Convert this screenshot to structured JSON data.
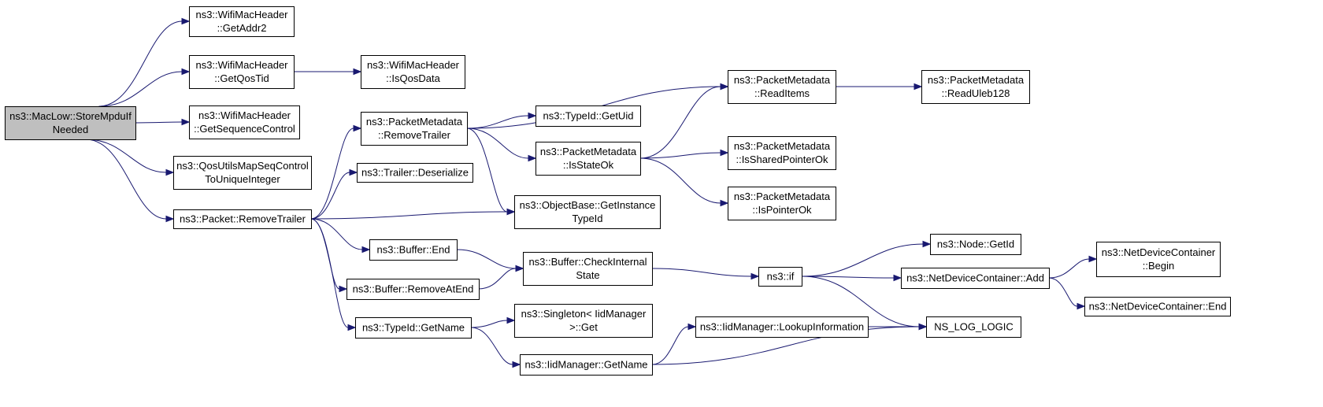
{
  "graph": {
    "edge_color": "#191970",
    "node_fill": "#ffffff",
    "root_fill": "#bfbfbf",
    "nodes": [
      {
        "id": "root",
        "lines": [
          "ns3::MacLow::StoreMpduIf",
          "Needed"
        ],
        "root": true
      },
      {
        "id": "getaddr2",
        "lines": [
          "ns3::WifiMacHeader",
          "::GetAddr2"
        ]
      },
      {
        "id": "getqostid",
        "lines": [
          "ns3::WifiMacHeader",
          "::GetQosTid"
        ]
      },
      {
        "id": "isqosdata",
        "lines": [
          "ns3::WifiMacHeader",
          "::IsQosData"
        ]
      },
      {
        "id": "getseqctrl",
        "lines": [
          "ns3::WifiMacHeader",
          "::GetSequenceControl"
        ]
      },
      {
        "id": "qosutils",
        "lines": [
          "ns3::QosUtilsMapSeqControl",
          "ToUniqueInteger"
        ]
      },
      {
        "id": "pkt_removetrailer",
        "lines": [
          "ns3::Packet::RemoveTrailer"
        ]
      },
      {
        "id": "pm_removetrailer",
        "lines": [
          "ns3::PacketMetadata",
          "::RemoveTrailer"
        ]
      },
      {
        "id": "trailer_deser",
        "lines": [
          "ns3::Trailer::Deserialize"
        ]
      },
      {
        "id": "typeid_getuid",
        "lines": [
          "ns3::TypeId::GetUid"
        ]
      },
      {
        "id": "pm_isstateok",
        "lines": [
          "ns3::PacketMetadata",
          "::IsStateOk"
        ]
      },
      {
        "id": "pm_readitems",
        "lines": [
          "ns3::PacketMetadata",
          "::ReadItems"
        ]
      },
      {
        "id": "pm_readuleb",
        "lines": [
          "ns3::PacketMetadata",
          "::ReadUleb128"
        ]
      },
      {
        "id": "pm_issharedptr",
        "lines": [
          "ns3::PacketMetadata",
          "::IsSharedPointerOk"
        ]
      },
      {
        "id": "pm_isptrok",
        "lines": [
          "ns3::PacketMetadata",
          "::IsPointerOk"
        ]
      },
      {
        "id": "ob_getinstance",
        "lines": [
          "ns3::ObjectBase::GetInstance",
          "TypeId"
        ]
      },
      {
        "id": "buf_end",
        "lines": [
          "ns3::Buffer::End"
        ]
      },
      {
        "id": "buf_removeatend",
        "lines": [
          "ns3::Buffer::RemoveAtEnd"
        ]
      },
      {
        "id": "buf_checkinternal",
        "lines": [
          "ns3::Buffer::CheckInternal",
          "State"
        ]
      },
      {
        "id": "ns3_if",
        "lines": [
          "ns3::if"
        ]
      },
      {
        "id": "node_getid",
        "lines": [
          "ns3::Node::GetId"
        ]
      },
      {
        "id": "ndc_add",
        "lines": [
          "ns3::NetDeviceContainer::Add"
        ]
      },
      {
        "id": "ndc_begin",
        "lines": [
          "ns3::NetDeviceContainer",
          "::Begin"
        ]
      },
      {
        "id": "ndc_end",
        "lines": [
          "ns3::NetDeviceContainer::End"
        ]
      },
      {
        "id": "ns_log_logic",
        "lines": [
          "NS_LOG_LOGIC"
        ]
      },
      {
        "id": "typeid_getname",
        "lines": [
          "ns3::TypeId::GetName"
        ]
      },
      {
        "id": "singleton_get",
        "lines": [
          "ns3::Singleton< IidManager",
          ">::Get"
        ]
      },
      {
        "id": "iid_lookup",
        "lines": [
          "ns3::IidManager::LookupInformation"
        ]
      },
      {
        "id": "iid_getname",
        "lines": [
          "ns3::IidManager::GetName"
        ]
      }
    ],
    "edges": [
      [
        "root",
        "getaddr2"
      ],
      [
        "root",
        "getqostid"
      ],
      [
        "root",
        "getseqctrl"
      ],
      [
        "root",
        "qosutils"
      ],
      [
        "root",
        "pkt_removetrailer"
      ],
      [
        "getqostid",
        "isqosdata"
      ],
      [
        "pkt_removetrailer",
        "pm_removetrailer"
      ],
      [
        "pkt_removetrailer",
        "trailer_deser"
      ],
      [
        "pkt_removetrailer",
        "ob_getinstance"
      ],
      [
        "pkt_removetrailer",
        "buf_end"
      ],
      [
        "pkt_removetrailer",
        "buf_removeatend"
      ],
      [
        "pkt_removetrailer",
        "typeid_getname"
      ],
      [
        "pm_removetrailer",
        "pm_readitems"
      ],
      [
        "pm_removetrailer",
        "typeid_getuid"
      ],
      [
        "pm_removetrailer",
        "pm_isstateok"
      ],
      [
        "pm_removetrailer",
        "ob_getinstance"
      ],
      [
        "pm_readitems",
        "pm_readuleb"
      ],
      [
        "pm_isstateok",
        "pm_readitems"
      ],
      [
        "pm_isstateok",
        "pm_issharedptr"
      ],
      [
        "pm_isstateok",
        "pm_isptrok"
      ],
      [
        "buf_end",
        "buf_checkinternal"
      ],
      [
        "buf_removeatend",
        "buf_checkinternal"
      ],
      [
        "buf_checkinternal",
        "ns3_if"
      ],
      [
        "ns3_if",
        "node_getid"
      ],
      [
        "ns3_if",
        "ndc_add"
      ],
      [
        "ns3_if",
        "ns_log_logic"
      ],
      [
        "ndc_add",
        "ndc_begin"
      ],
      [
        "ndc_add",
        "ndc_end"
      ],
      [
        "typeid_getname",
        "singleton_get"
      ],
      [
        "typeid_getname",
        "iid_getname"
      ],
      [
        "iid_getname",
        "iid_lookup"
      ],
      [
        "iid_getname",
        "ns_log_logic"
      ],
      [
        "iid_lookup",
        "ns_log_logic"
      ]
    ]
  }
}
